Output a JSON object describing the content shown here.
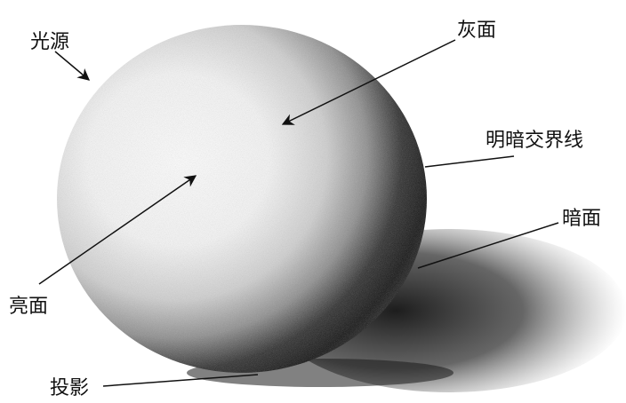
{
  "labels": {
    "light_source": "光源",
    "halftone": "灰面",
    "terminator": "明暗交界线",
    "shadow_side": "暗面",
    "highlight": "亮面",
    "cast_shadow": "投影"
  },
  "colors": {
    "ink": "#111111",
    "paper": "#ffffff",
    "sphere_light": "#ffffff",
    "sphere_mid": "#9a9a9a",
    "sphere_dark": "#0d0d0d",
    "shadow": "#1a1a1a"
  }
}
